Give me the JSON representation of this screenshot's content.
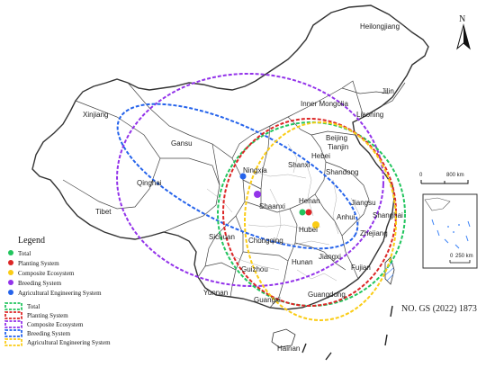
{
  "north_label": "N",
  "scale_bar": {
    "zero": "0",
    "end": "800 km"
  },
  "inset_scale": {
    "zero": "0",
    "end": "250 km"
  },
  "approval_number": "NO. GS (2022) 1873",
  "colors": {
    "total": "#22c55e",
    "planting": "#dc2626",
    "composite": "#facc15",
    "breeding": "#9333ea",
    "agri_eng": "#2563eb",
    "border": "#333333"
  },
  "provinces": [
    {
      "name": "Heilongjiang"
    },
    {
      "name": "Jilin"
    },
    {
      "name": "Liaoning"
    },
    {
      "name": "Inner Mongolia"
    },
    {
      "name": "Xinjiang"
    },
    {
      "name": "Gansu"
    },
    {
      "name": "Qinghai"
    },
    {
      "name": "Tibet"
    },
    {
      "name": "Sichuan"
    },
    {
      "name": "Yunnan"
    },
    {
      "name": "Guizhou"
    },
    {
      "name": "Guangxi"
    },
    {
      "name": "Guangdong"
    },
    {
      "name": "Hainan"
    },
    {
      "name": "Fujian"
    },
    {
      "name": "Jiangxi"
    },
    {
      "name": "Hunan"
    },
    {
      "name": "Hubei"
    },
    {
      "name": "Chongqing"
    },
    {
      "name": "Shaanxi"
    },
    {
      "name": "Shanxi"
    },
    {
      "name": "Ningxia"
    },
    {
      "name": "Henan"
    },
    {
      "name": "Hebei"
    },
    {
      "name": "Beijing"
    },
    {
      "name": "Tianjin"
    },
    {
      "name": "Shandong"
    },
    {
      "name": "Jiangsu"
    },
    {
      "name": "Anhui"
    },
    {
      "name": "Shanghai"
    },
    {
      "name": "Zhejiang"
    }
  ],
  "legend": {
    "title": "Legend",
    "points": [
      {
        "label": "Total",
        "color_key": "total"
      },
      {
        "label": "Planting System",
        "color_key": "planting"
      },
      {
        "label": "Composite Ecosystem",
        "color_key": "composite"
      },
      {
        "label": "Breeding System",
        "color_key": "breeding"
      },
      {
        "label": "Agricultural Engineering System",
        "color_key": "agri_eng"
      }
    ],
    "ellipses": [
      {
        "label": "Total",
        "color_key": "total"
      },
      {
        "label": "Planting System",
        "color_key": "planting"
      },
      {
        "label": "Composite Ecosystem",
        "color_key": "composite"
      },
      {
        "label": "Breeding System",
        "color_key": "breeding"
      },
      {
        "label": "Agricultural Engineering System",
        "color_key": "agri_eng"
      }
    ]
  }
}
